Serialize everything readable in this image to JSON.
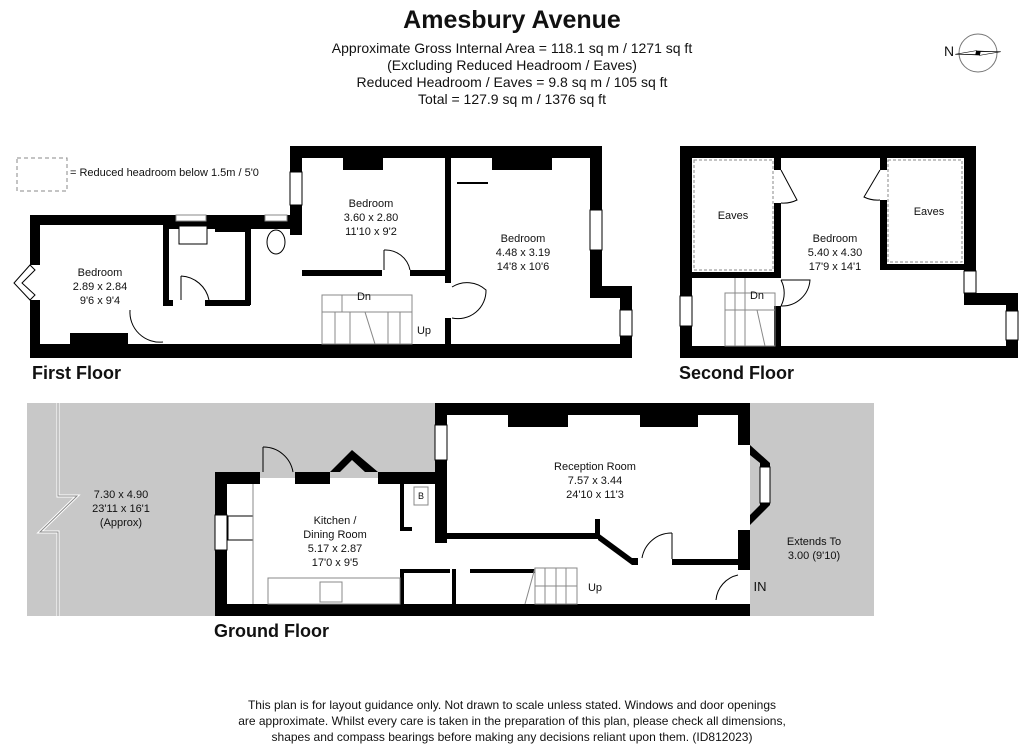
{
  "header": {
    "title": "Amesbury Avenue",
    "lines": [
      "Approximate Gross Internal Area = 118.1 sq m / 1271 sq ft",
      "(Excluding Reduced Headroom / Eaves)",
      "Reduced Headroom / Eaves = 9.8 sq m / 105 sq ft",
      "Total = 127.9 sq m / 1376 sq ft"
    ]
  },
  "compass": {
    "label": "N",
    "icon": "compass-rose-icon"
  },
  "legend": {
    "text": "= Reduced headroom below 1.5m / 5'0"
  },
  "floors": {
    "first": {
      "label": "First Floor",
      "rooms": [
        {
          "name": "Bedroom",
          "metric": "2.89 x 2.84",
          "imperial": "9'6 x 9'4"
        },
        {
          "name": "Bedroom",
          "metric": "3.60 x 2.80",
          "imperial": "11'10 x 9'2"
        },
        {
          "name": "Bedroom",
          "metric": "4.48 x 3.19",
          "imperial": "14'8 x 10'6"
        }
      ],
      "stairs": {
        "dn": "Dn",
        "up": "Up"
      }
    },
    "second": {
      "label": "Second Floor",
      "rooms": [
        {
          "name": "Bedroom",
          "metric": "5.40 x 4.30",
          "imperial": "17'9 x 14'1"
        }
      ],
      "eaves": [
        "Eaves",
        "Eaves"
      ],
      "stairs": {
        "dn": "Dn"
      }
    },
    "ground": {
      "label": "Ground Floor",
      "garden": {
        "metric": "7.30 x 4.90",
        "imperial": "23'11 x 16'1",
        "note": "(Approx)"
      },
      "rooms": [
        {
          "name": "Kitchen /",
          "name2": "Dining Room",
          "metric": "5.17 x 2.87",
          "imperial": "17'0 x 9'5"
        },
        {
          "name": "Reception Room",
          "metric": "7.57 x 3.44",
          "imperial": "24'10 x 11'3"
        }
      ],
      "front": {
        "line1": "Extends To",
        "line2": "3.00 (9'10)"
      },
      "boiler": "B",
      "entrance": "IN",
      "stairs": {
        "up": "Up"
      }
    }
  },
  "disclaimer": [
    "This plan is for layout guidance only. Not drawn to scale unless stated. Windows and door openings",
    "are approximate. Whilst every care is taken in the preparation of this plan, please check all dimensions,",
    "shapes and compass bearings before making any decisions reliant upon them. (ID812023)"
  ],
  "colors": {
    "wall": "#000000",
    "outdoor": "#c8c8c8",
    "dashed": "#888888"
  }
}
